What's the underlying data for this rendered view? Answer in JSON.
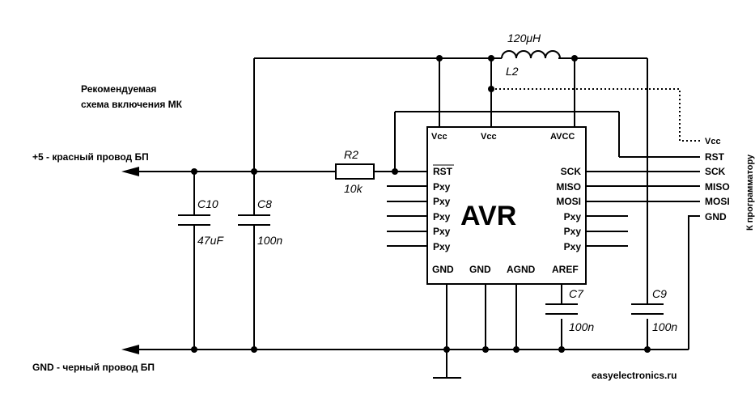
{
  "title_line1": "Рекомендуемая",
  "title_line2": "схема включения МК",
  "power_plus": "+5 - красный провод БП",
  "power_gnd": "GND - черный провод БП",
  "chip": {
    "name": "AVR",
    "top_pins": [
      "Vcc",
      "Vcc",
      "AVCC"
    ],
    "left_rst": "RST",
    "left_pxy": [
      "Pxy",
      "Pxy",
      "Pxy",
      "Pxy",
      "Pxy"
    ],
    "right_pins": [
      "SCK",
      "MISO",
      "MOSI",
      "Pxy",
      "Pxy",
      "Pxy"
    ],
    "bottom_pins": [
      "GND",
      "GND",
      "AGND",
      "AREF"
    ]
  },
  "components": {
    "r2": {
      "ref": "R2",
      "value": "10k"
    },
    "l2": {
      "ref": "L2",
      "value": "120μH"
    },
    "c10": {
      "ref": "C10",
      "value": "47uF"
    },
    "c8": {
      "ref": "C8",
      "value": "100n"
    },
    "c7": {
      "ref": "C7",
      "value": "100n"
    },
    "c9": {
      "ref": "C9",
      "value": "100n"
    }
  },
  "programmer": {
    "label": "К программатору",
    "pins": [
      "Vcc",
      "RST",
      "SCK",
      "MISO",
      "MOSI",
      "GND"
    ]
  },
  "site": "easyelectronics.ru"
}
